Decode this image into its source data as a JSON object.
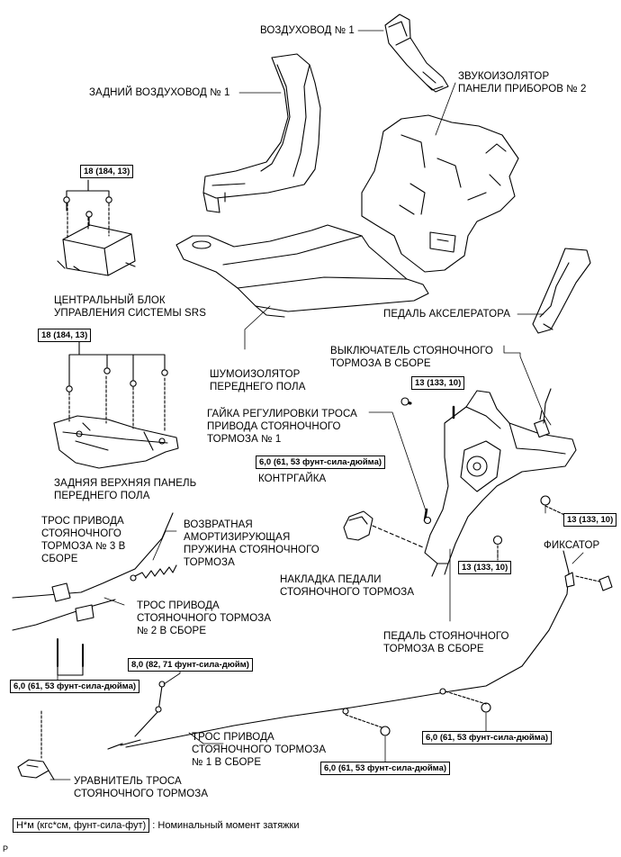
{
  "labels": {
    "air_duct_1": "ВОЗДУХОВОД № 1",
    "rear_air_duct_1": "ЗАДНИЙ ВОЗДУХОВОД № 1",
    "instrument_panel_silencer_2": "ЗВУКОИЗОЛЯТОР\nПАНЕЛИ ПРИБОРОВ № 2",
    "srs_unit": "ЦЕНТРАЛЬНЫЙ БЛОК\nУПРАВЛЕНИЯ СИСТЕМЫ SRS",
    "accelerator_pedal": "ПЕДАЛЬ АКСЕЛЕРАТОРА",
    "front_floor_silencer": "ШУМОИЗОЛЯТОР\nПЕРЕДНЕГО ПОЛА",
    "parking_brake_switch": "ВЫКЛЮЧАТЕЛЬ СТОЯНОЧНОГО\nТОРМОЗА В СБОРЕ",
    "adjusting_nut": "ГАЙКА РЕГУЛИРОВКИ ТРОСА\nПРИВОДА СТОЯНОЧНОГО\nТОРМОЗА № 1",
    "lock_nut": "КОНТРГАЙКА",
    "rear_upper_floor_panel": "ЗАДНЯЯ ВЕРХНЯЯ ПАНЕЛЬ\nПЕРЕДНЕГО ПОЛА",
    "cable_3": "ТРОС ПРИВОДА\nСТОЯНОЧНОГО\nТОРМОЗА № 3 В\nСБОРЕ",
    "return_spring": "ВОЗВРАТНАЯ\nАМОРТИЗИРУЮЩАЯ\nПРУЖИНА СТОЯНОЧНОГО\nТОРМОЗА",
    "retainer": "ФИКСАТОР",
    "cable_2": "ТРОС ПРИВОДА\nСТОЯНОЧНОГО ТОРМОЗА\n№ 2 В СБОРЕ",
    "pedal_pad": "НАКЛАДКА ПЕДАЛИ\nСТОЯНОЧНОГО ТОРМОЗА",
    "parking_brake_pedal": "ПЕДАЛЬ СТОЯНОЧНОГО\nТОРМОЗА В СБОРЕ",
    "cable_1": "ТРОС ПРИВОДА\nСТОЯНОЧНОГО ТОРМОЗА\n№ 1 В СБОРЕ",
    "equalizer": "УРАВНИТЕЛЬ ТРОСА\nСТОЯНОЧНОГО ТОРМОЗА"
  },
  "torques": {
    "t_srs": "18 (184, 13)",
    "t_floor_panel": "18 (184, 13)",
    "t_pedal_top": "13 (133, 10)",
    "t_pedal_right": "13 (133, 10)",
    "t_pedal_bottom": "13 (133, 10)",
    "t_locknut": "6,0 (61, 53 фунт-сила-дюйма)",
    "t_cable_left": "6,0 (61, 53 фунт-сила-дюйма)",
    "t_cable_mid": "8,0 (82, 71 фунт-сила-дюйм)",
    "t_cable_bottom": "6,0 (61, 53 фунт-сила-дюйма)",
    "t_cable_right": "6,0 (61, 53 фунт-сила-дюйма)"
  },
  "legend": {
    "unit": "Н*м (кгс*см, фунт-сила-фут)",
    "text": ": Номинальный момент затяжки"
  },
  "corner_mark": "P"
}
